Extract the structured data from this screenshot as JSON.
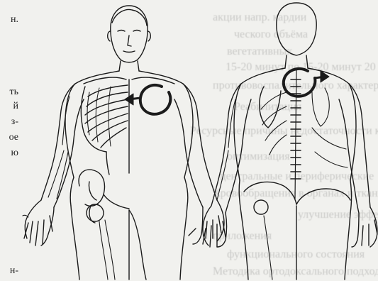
{
  "left_margin_fragments": [
    "н.",
    "ть",
    "й",
    "з-",
    "ое",
    "ю",
    "н-"
  ],
  "bleed_through_lines": [
    "акции напр. кардии",
    "ческого объёма",
    "вегетативных",
    "15-20 минут по 15-20 минут 20",
    "противовоспалительного характера",
    "Реабилитация",
    "Ресурсные причины недостаточности кровообращения",
    "оптимизация",
    "центральные и периферические",
    "Кровообращение в органах и тканях",
    "улучшение эффекта",
    "приложения",
    "функционального состояния",
    "Методика ортодоксального подхода"
  ],
  "illustration": {
    "front_figure": "anterior-body-figure",
    "back_figure": "posterior-body-figure",
    "front_marker": "heart-region-circular-arrow",
    "back_marker": "upper-back-circular-arrow"
  }
}
